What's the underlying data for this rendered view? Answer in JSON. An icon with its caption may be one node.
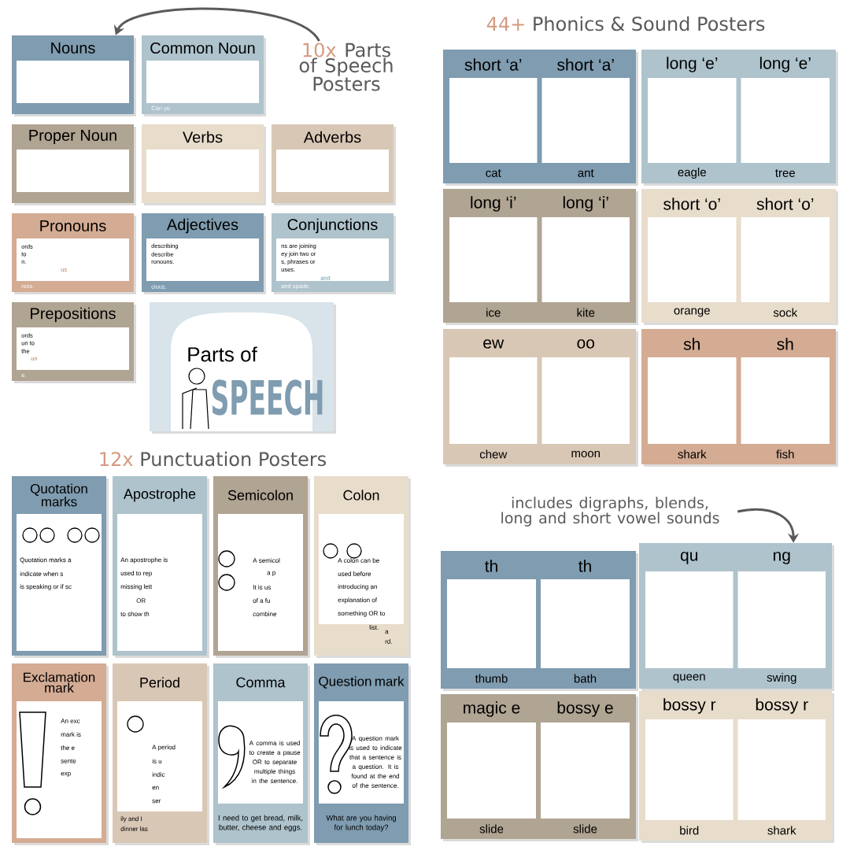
{
  "diagram": {
    "nodes": [
      {
        "text": [
          "10x",
          "Parts of Speech Posters"
        ]
      },
      {
        "text": [
          "Nouns"
        ]
      },
      {
        "text": [
          "Common Noun",
          "Can yo"
        ]
      },
      {
        "text": [
          "Proper Noun"
        ]
      },
      {
        "text": [
          "Verbs"
        ]
      },
      {
        "text": [
          "Adverbs"
        ]
      },
      {
        "text": [
          "Pronouns",
          "ords",
          "to",
          "n.",
          "us",
          "ress."
        ]
      },
      {
        "text": [
          "Adjectives",
          "describing",
          "describe",
          "ronouns.",
          "cious."
        ]
      },
      {
        "text": [
          "Conjunctions",
          "ns are joining",
          "ey join two or",
          "s, phrases or",
          "uses.",
          "and",
          "and spade."
        ]
      },
      {
        "text": [
          "Prepositions",
          "ords",
          "un to",
          "the",
          "on",
          "e."
        ]
      },
      {
        "text": [
          "Parts of",
          "SPEECH"
        ]
      },
      {
        "text": [
          "short ‘a’",
          "short ‘a’",
          "cat",
          "ant"
        ]
      },
      {
        "text": [
          "long ‘e’",
          "long ‘e’",
          "eagle",
          "tree"
        ]
      },
      {
        "text": [
          "long ‘i’",
          "long ‘i’",
          "ice",
          "kite"
        ]
      },
      {
        "text": [
          "short ‘o’",
          "short ‘o’",
          "orange",
          "sock"
        ]
      },
      {
        "text": [
          "ew",
          "oo",
          "chew",
          "moon"
        ]
      },
      {
        "text": [
          "sh",
          "sh",
          "shark",
          "fish"
        ]
      },
      {
        "text": [
          "includes digraphs, blends, long and short vowel sounds"
        ]
      },
      {
        "text": [
          "th",
          "th",
          "thumb",
          "bath"
        ]
      },
      {
        "text": [
          "qu",
          "ng",
          "queen",
          "swing"
        ]
      },
      {
        "text": [
          "magic e",
          "bossy e",
          "slide",
          "slide"
        ]
      },
      {
        "text": [
          "bossy r",
          "bossy r",
          "bird",
          "shark"
        ]
      },
      {
        "text": [
          "Quotation marks",
          "Quotation marks a",
          "indicate when s",
          "is speaking or if sc"
        ]
      },
      {
        "text": [
          "Apostrophe",
          "An apostrophe is",
          "used to rep",
          "missing lett",
          "OR",
          "to show th"
        ]
      },
      {
        "text": [
          "Semicolon",
          "A semicol",
          "a p",
          "It is us",
          "of a fu",
          "combine"
        ]
      },
      {
        "text": [
          "Colon",
          "A colon can be",
          "used before",
          "introducing an",
          "explanation of",
          "something OR to",
          "list.",
          "a",
          "rd."
        ]
      },
      {
        "text": [
          "Exclamation mark",
          "An exc",
          "mark is",
          "the e",
          "sente",
          "exp"
        ]
      },
      {
        "text": [
          "Period",
          "A period",
          "is u",
          "indic",
          "en",
          "ser",
          "ily and I",
          "dinner las"
        ]
      },
      {
        "text": [
          "Comma",
          "A comma is used to create a pause OR to separate multiple things in the sentence.",
          "I need to get bread, milk, butter, cheese and eggs."
        ]
      },
      {
        "text": [
          "Question mark",
          "A question mark is used to indicate that a sentence is a question. It is found at the end of the sentence.",
          "What are you having for lunch today?"
        ]
      }
    ],
    "edges": [
      {
        "from": 0,
        "to": 1,
        "arrow": "to"
      },
      {
        "from": 17,
        "to": 19,
        "arrow": "to"
      }
    ],
    "labels": [
      "44+",
      "Phonics & Sound Posters",
      "12x",
      "Punctuation Posters"
    ]
  }
}
